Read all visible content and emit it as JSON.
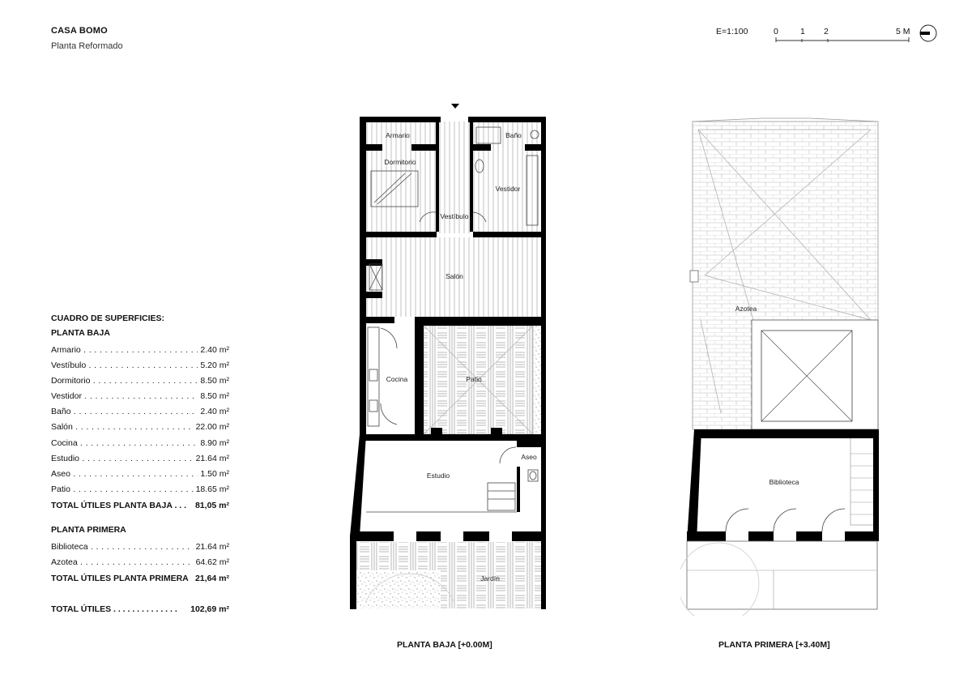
{
  "header": {
    "title": "CASA BOMO",
    "subtitle": "Planta Reformado"
  },
  "scale": {
    "label": "E=1:100",
    "ticks": [
      "0",
      "1",
      "2",
      "5 M"
    ]
  },
  "surfaces": {
    "heading": "CUADRO DE SUPERFICIES:",
    "ground": {
      "title": "PLANTA BAJA",
      "rows": [
        {
          "name": "Armario",
          "value": "2.40 m²"
        },
        {
          "name": "Vestíbulo",
          "value": "5.20 m²"
        },
        {
          "name": "Dormitorio",
          "value": "8.50 m²"
        },
        {
          "name": "Vestidor",
          "value": "8.50 m²"
        },
        {
          "name": "Baño",
          "value": "2.40 m²"
        },
        {
          "name": "Salón",
          "value": "22.00 m²"
        },
        {
          "name": "Cocina",
          "value": "8.90 m²"
        },
        {
          "name": "Estudio",
          "value": "21.64 m²"
        },
        {
          "name": "Aseo",
          "value": "1.50 m²"
        },
        {
          "name": "Patio",
          "value": "18.65 m²"
        }
      ],
      "total_label": "TOTAL ÚTILES PLANTA BAJA . . .",
      "total_value": "81,05 m²"
    },
    "first": {
      "title": "PLANTA PRIMERA",
      "rows": [
        {
          "name": "Biblioteca",
          "value": "21.64 m²"
        },
        {
          "name": "Azotea",
          "value": "64.62 m²"
        }
      ],
      "total_label": "TOTAL ÚTILES PLANTA PRIMERA",
      "total_value": "21,64 m²"
    },
    "grand_total_label": "TOTAL ÚTILES . . . . . . . . . . . . . .",
    "grand_total_value": "102,69 m²"
  },
  "plans": {
    "ground": {
      "caption": "PLANTA BAJA [+0.00M]",
      "rooms": {
        "armario": "Armario",
        "bano": "Baño",
        "dormitorio": "Dormitorio",
        "vestidor": "Vestidor",
        "vestibulo": "Vestíbulo",
        "salon": "Salón",
        "cocina": "Cocina",
        "patio": "Patio",
        "estudio": "Estudio",
        "aseo": "Aseo",
        "jardin": "Jardín"
      }
    },
    "first": {
      "caption": "PLANTA PRIMERA [+3.40M]",
      "rooms": {
        "azotea": "Azotea",
        "biblioteca": "Biblioteca"
      }
    }
  },
  "colors": {
    "wall": "#000000",
    "line": "#555555",
    "hatch": "#999999"
  }
}
